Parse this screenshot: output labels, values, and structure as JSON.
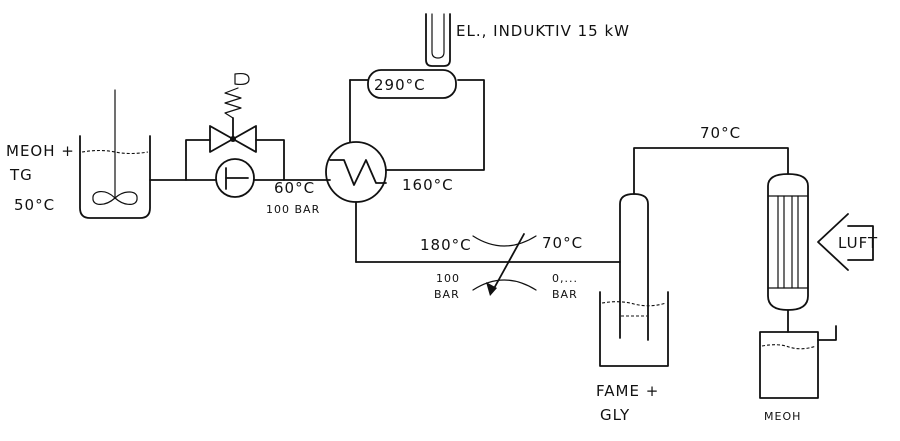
{
  "labels": {
    "feed_line1": "MEOH +",
    "feed_line2": "TG",
    "feed_temp": "50°C",
    "pump_temp": "60°C",
    "pump_pressure": "100 BAR",
    "heater": "EL., INDUKTIV 15 kW",
    "heater_temp": "290°C",
    "hx_out_temp": "160°C",
    "valve_in_temp": "180°C",
    "valve_out_temp": "70°C",
    "valve_in_p_1": "100",
    "valve_in_p_2": "BAR",
    "valve_out_p_1": "0,...",
    "valve_out_p_2": "BAR",
    "top_temp": "70°C",
    "air": "LUFT",
    "product_1": "FAME +",
    "product_2": "GLY",
    "meoh": "MEOH"
  }
}
